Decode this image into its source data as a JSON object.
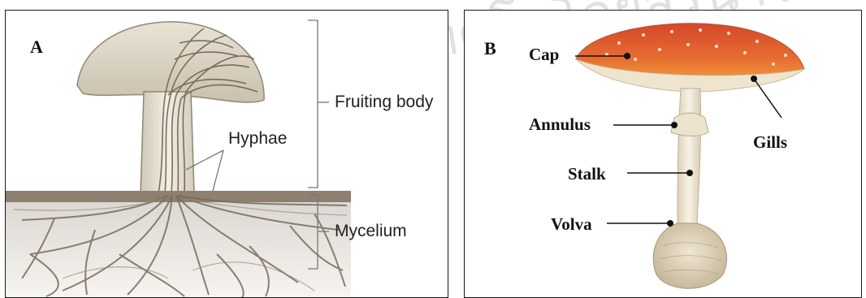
{
  "watermark": {
    "text": "มหาวิทยาลัยเทคโนโลยีสุรนารี"
  },
  "panel_a": {
    "letter": "A",
    "labels": {
      "fruiting_body": "Fruiting body",
      "hyphae": "Hyphae",
      "mycelium": "Mycelium"
    }
  },
  "panel_b": {
    "letter": "B",
    "labels": {
      "cap": "Cap",
      "annulus": "Annulus",
      "gills": "Gills",
      "stalk": "Stalk",
      "volva": "Volva"
    }
  },
  "colors": {
    "cap_red": "#d6472b",
    "cap_orange": "#ef8f3a",
    "mushroom_cream": "#ede6d2",
    "mycelium_brown": "#7a6a5a",
    "soil": "#8d8070"
  }
}
